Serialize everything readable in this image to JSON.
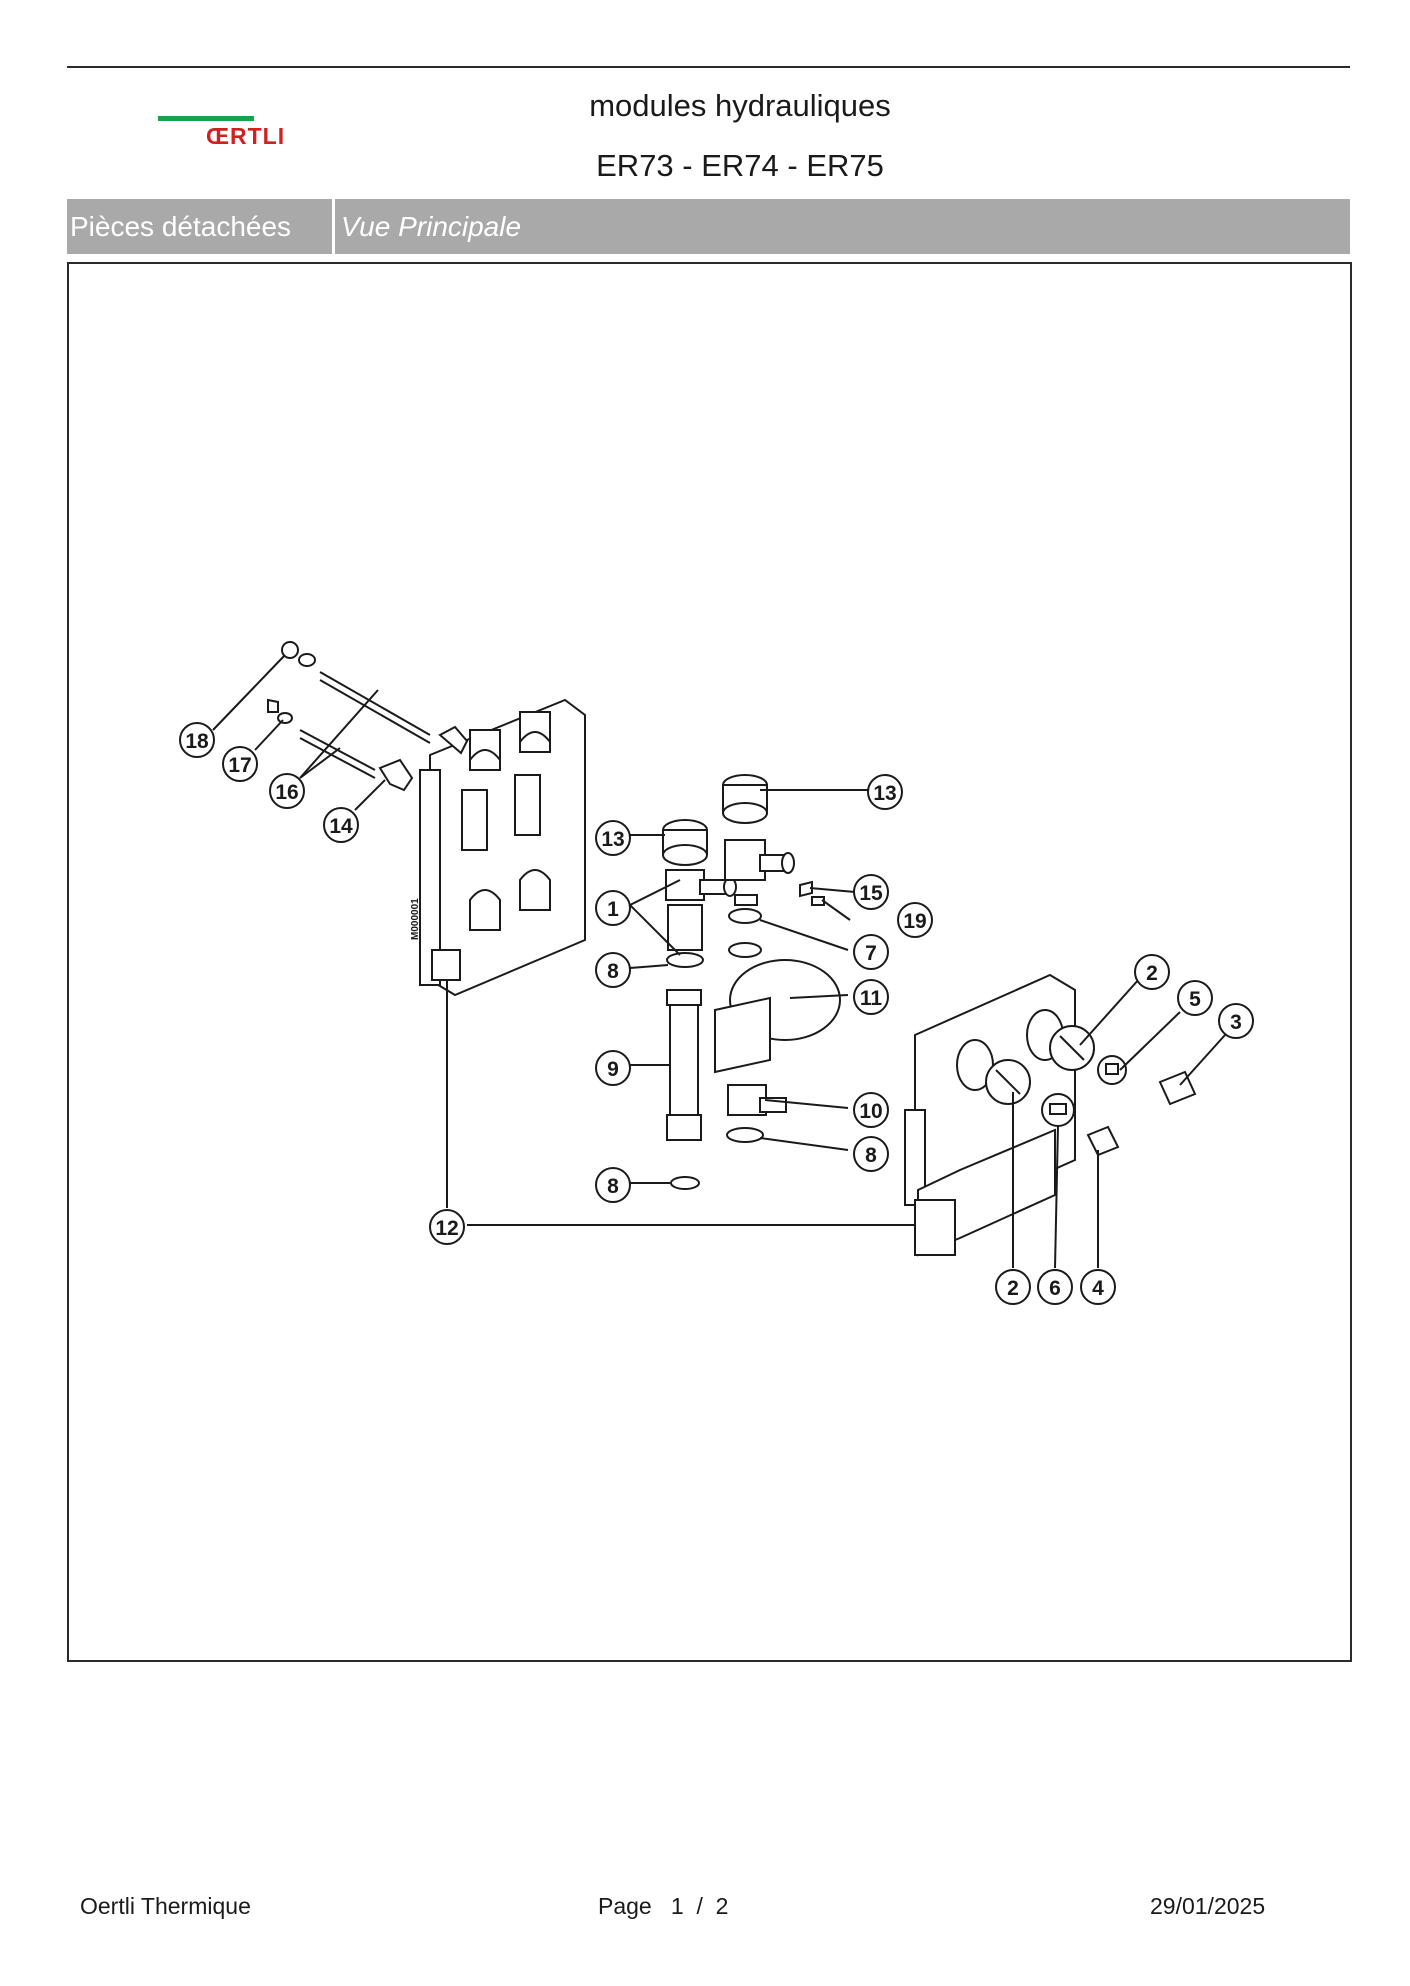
{
  "header": {
    "brand": "ŒRTLI",
    "title": "modules hydrauliques",
    "models": "ER73 - ER74 - ER75"
  },
  "section_bar": {
    "category": "Pièces détachées",
    "view": "Vue Principale"
  },
  "diagram": {
    "stamp_text": "M000001",
    "callouts": [
      {
        "label": "18"
      },
      {
        "label": "17"
      },
      {
        "label": "16"
      },
      {
        "label": "14"
      },
      {
        "label": "13"
      },
      {
        "label": "13"
      },
      {
        "label": "1"
      },
      {
        "label": "8"
      },
      {
        "label": "15"
      },
      {
        "label": "19"
      },
      {
        "label": "7"
      },
      {
        "label": "11"
      },
      {
        "label": "9"
      },
      {
        "label": "10"
      },
      {
        "label": "8"
      },
      {
        "label": "8"
      },
      {
        "label": "12"
      },
      {
        "label": "2"
      },
      {
        "label": "5"
      },
      {
        "label": "3"
      },
      {
        "label": "2"
      },
      {
        "label": "6"
      },
      {
        "label": "4"
      }
    ]
  },
  "footer": {
    "company": "Oertli Thermique",
    "page": "Page   1  /  2",
    "date": "29/01/2025"
  }
}
